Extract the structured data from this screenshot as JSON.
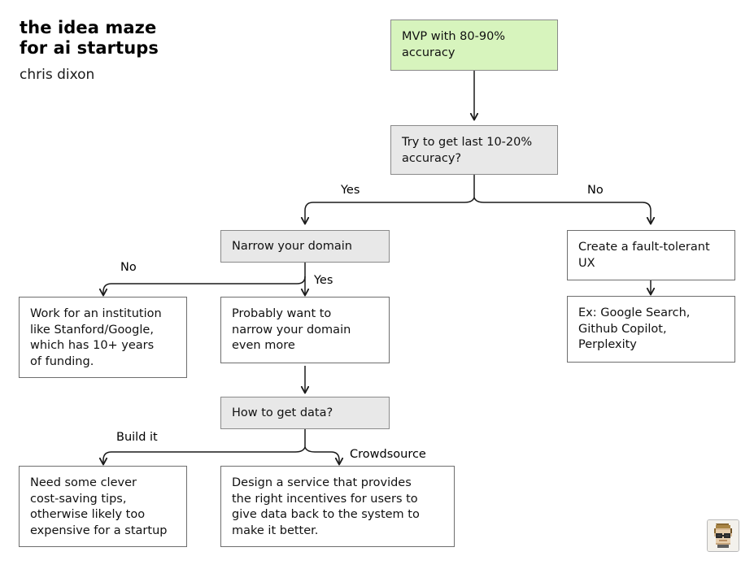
{
  "header": {
    "title_line1": "the idea maze",
    "title_line2": "for ai startups",
    "author": "chris dixon"
  },
  "colors": {
    "start_node_fill": "#d7f4bd",
    "decision_node_fill": "#e8e8e8",
    "terminal_node_fill": "#ffffff",
    "node_border": "#808080",
    "connector": "#1a1a1a",
    "text": "#111111"
  },
  "chart_data": {
    "type": "diagram",
    "title": "the idea maze for ai startups",
    "subtitle": "chris dixon",
    "nodes": [
      {
        "id": "mvp",
        "label": "MVP with 80-90%\naccuracy",
        "style": "green"
      },
      {
        "id": "try_last",
        "label": "Try to get last 10-20%\naccuracy?",
        "style": "gray"
      },
      {
        "id": "narrow",
        "label": "Narrow your domain",
        "style": "gray"
      },
      {
        "id": "fault_tolerant",
        "label": "Create a fault-tolerant\nUX",
        "style": "plain"
      },
      {
        "id": "examples",
        "label": "Ex: Google Search,\nGithub Copilot,\nPerplexity",
        "style": "plain"
      },
      {
        "id": "institution",
        "label": "Work for an institution\nlike Stanford/Google,\nwhich has 10+ years\nof funding.",
        "style": "plain"
      },
      {
        "id": "narrow_more",
        "label": "Probably want to\nnarrow your domain\neven more",
        "style": "plain"
      },
      {
        "id": "get_data",
        "label": "How to get data?",
        "style": "gray"
      },
      {
        "id": "build_it",
        "label": "Need some clever\ncost-saving tips,\notherwise likely too\nexpensive for a startup",
        "style": "plain"
      },
      {
        "id": "crowdsource",
        "label": "Design a service that provides\nthe right incentives for users to\ngive data back to the system to\nmake it better.",
        "style": "plain"
      }
    ],
    "edges": [
      {
        "from": "mvp",
        "to": "try_last",
        "label": ""
      },
      {
        "from": "try_last",
        "to": "narrow",
        "label": "Yes"
      },
      {
        "from": "try_last",
        "to": "fault_tolerant",
        "label": "No"
      },
      {
        "from": "fault_tolerant",
        "to": "examples",
        "label": ""
      },
      {
        "from": "narrow",
        "to": "institution",
        "label": "No"
      },
      {
        "from": "narrow",
        "to": "narrow_more",
        "label": "Yes"
      },
      {
        "from": "narrow_more",
        "to": "get_data",
        "label": ""
      },
      {
        "from": "get_data",
        "to": "build_it",
        "label": "Build it"
      },
      {
        "from": "get_data",
        "to": "crowdsource",
        "label": "Crowdsource"
      }
    ]
  },
  "nodes": {
    "mvp": "MVP with 80-90%\naccuracy",
    "try_last": "Try to get last 10-20%\naccuracy?",
    "narrow": "Narrow your domain",
    "fault_tolerant": "Create a fault-tolerant\nUX",
    "examples": "Ex: Google Search,\nGithub Copilot,\nPerplexity",
    "institution": "Work for an institution\nlike Stanford/Google,\nwhich has 10+ years\nof funding.",
    "narrow_more": "Probably want to\nnarrow your domain\neven more",
    "get_data": "How to get data?",
    "build_it": "Need some clever\ncost-saving tips,\notherwise likely too\nexpensive for a startup",
    "crowdsource": "Design a service that provides\nthe right incentives for users to\ngive data back to the system to\nmake it better."
  },
  "edge_labels": {
    "yes_top": "Yes",
    "no_top": "No",
    "no_narrow": "No",
    "yes_narrow": "Yes",
    "build_it": "Build it",
    "crowdsource": "Crowdsource"
  },
  "avatar": {
    "icon": "avatar-face-icon"
  }
}
